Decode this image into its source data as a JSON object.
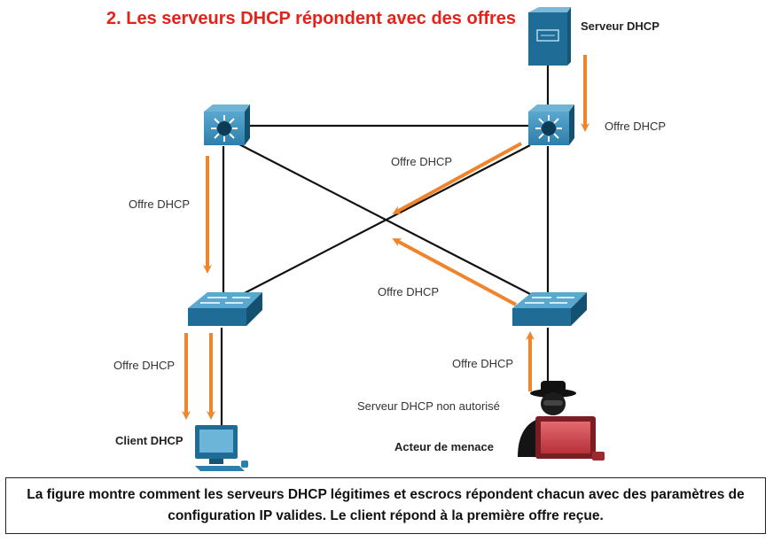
{
  "title": "2. Les serveurs DHCP répondent avec des offres",
  "labels": {
    "server": "Serveur DHCP",
    "offer_top_right": "Offre DHCP",
    "offer_middle": "Offre DHCP",
    "offer_left": "Offre DHCP",
    "offer_lower_middle": "Offre DHCP",
    "offer_bottom_left": "Offre DHCP",
    "offer_bottom_right": "Offre DHCP",
    "rogue_server": "Serveur DHCP non autorisé",
    "client": "Client DHCP",
    "threat_actor": "Acteur de menace"
  },
  "caption": "La figure montre comment les serveurs DHCP légitimes et escrocs répondent chacun avec des paramètres de configuration IP valides. Le client répond à la première offre reçue.",
  "colors": {
    "title": "#e2231a",
    "arrow": "#f0842c",
    "device": "#1f6d96",
    "threat": "#c0262d"
  }
}
